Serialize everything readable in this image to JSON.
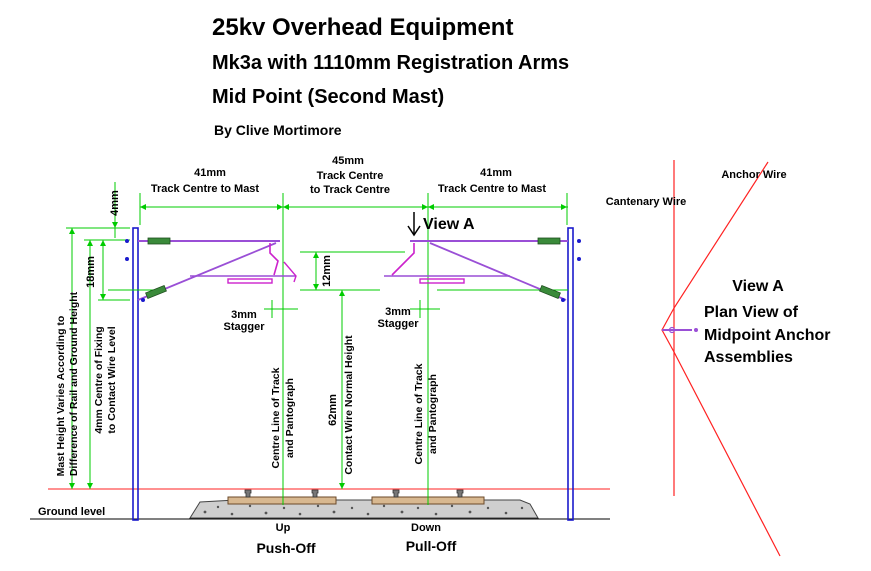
{
  "title": "25kv Overhead Equipment",
  "subtitle1": "Mk3a with 1110mm Registration Arms",
  "subtitle2": "Mid Point (Second Mast)",
  "author": "By Clive Mortimore",
  "dims": {
    "left_span_value": "41mm",
    "left_span_label": "Track Centre to Mast",
    "mid_span_value": "45mm",
    "mid_span_label1": "Track Centre",
    "mid_span_label2": "to Track Centre",
    "right_span_value": "41mm",
    "right_span_label": "Track Centre to Mast",
    "top_gap": "4mm",
    "fixing_height": "18mm",
    "wire_gap": "12mm",
    "stagger_left_value": "3mm",
    "stagger_left_label": "Stagger",
    "stagger_right_value": "3mm",
    "stagger_right_label": "Stagger",
    "contact_wire_height": "62mm"
  },
  "vertical_labels": {
    "mast_height_1": "Mast Height Varies According to",
    "mast_height_2": "Difference of Rail and Ground Height",
    "fixing_1": "4mm Centre of Fixing",
    "fixing_2": "to Contact Wire Level",
    "centre_line_left_1": "Centre Line of Track",
    "centre_line_left_2": "and Pantograph",
    "contact_wire": "Contact Wire Normal Height",
    "centre_line_right_1": "Centre Line of Track",
    "centre_line_right_2": "and Pantograph"
  },
  "labels": {
    "view_a_marker": "View A",
    "ground_level": "Ground level",
    "track_up": "Up",
    "track_down": "Down",
    "push_off": "Push-Off",
    "pull_off": "Pull-Off"
  },
  "plan_view": {
    "anchor_wire": "Anchor Wire",
    "catenary_wire": "Cantenary Wire",
    "view_a": "View A",
    "line1": "Plan View of",
    "line2": "Midpoint Anchor",
    "line3": "Assemblies"
  },
  "colors": {
    "mast": "#1a1acc",
    "dimension": "#00cc00",
    "wire": "#9a4fd6",
    "fitting": "#cc22cc",
    "red": "#ff2222",
    "insulator": "#3a8a3a"
  }
}
